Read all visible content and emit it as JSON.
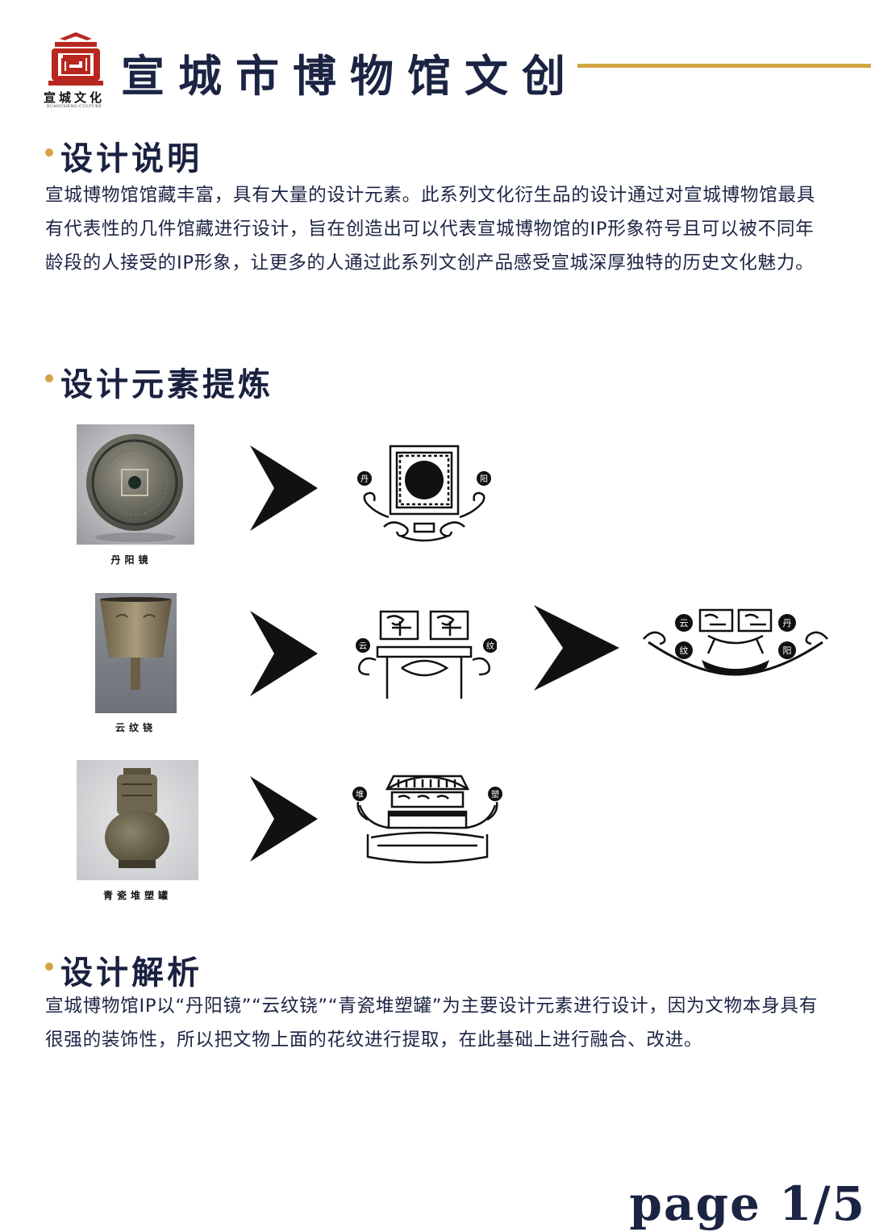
{
  "header": {
    "logo_text": "宣城文化",
    "logo_sub": "XUANCHENG CULTURE",
    "title": "宣城市博物馆文创"
  },
  "sections": {
    "intro": {
      "title": "设计说明",
      "body": "宣城博物馆馆藏丰富，具有大量的设计元素。此系列文化衍生品的设计通过对宣城博物馆最具有代表性的几件馆藏进行设计，旨在创造出可以代表宣城博物馆的IP形象符号且可以被不同年龄段的人接受的IP形象，让更多的人通过此系列文创产品感受宣城深厚独特的历史文化魅力。"
    },
    "elements": {
      "title": "设计元素提炼",
      "items": [
        {
          "caption": "丹阳镜",
          "tags": [
            "丹",
            "阳"
          ]
        },
        {
          "caption": "云纹铙",
          "tags": [
            "云",
            "纹"
          ],
          "combined_tags": [
            "云",
            "纹",
            "丹",
            "阳"
          ]
        },
        {
          "caption": "青瓷堆塑罐",
          "tags": [
            "堆",
            "塑"
          ]
        }
      ]
    },
    "analysis": {
      "title": "设计解析",
      "body": "宣城博物馆IP以“丹阳镜”“云纹铙”“青瓷堆塑罐”为主要设计元素进行设计，因为文物本身具有很强的装饰性，所以把文物上面的花纹进行提取，在此基础上进行融合、改进。"
    }
  },
  "footer": {
    "page": "page 1/5"
  },
  "colors": {
    "navy": "#1c2444",
    "gold": "#d1a53f",
    "logo_red": "#b8271f"
  }
}
